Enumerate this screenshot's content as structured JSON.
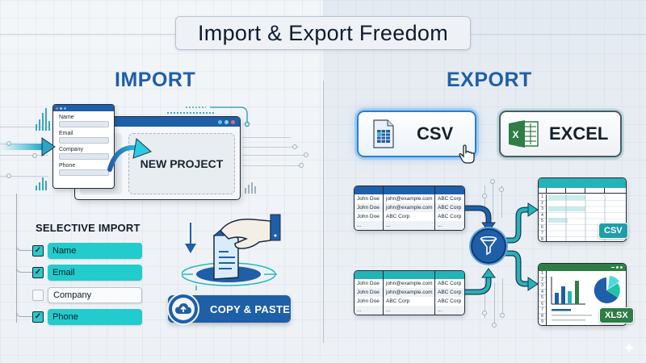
{
  "title": "Import & Export Freedom",
  "import": {
    "heading": "IMPORT",
    "form_fields": [
      "Name",
      "Email",
      "Company",
      "Phone"
    ],
    "project_label": "NEW PROJECT",
    "selective": {
      "heading": "SELECTIVE IMPORT",
      "items": [
        {
          "label": "Name",
          "checked": true
        },
        {
          "label": "Email",
          "checked": true
        },
        {
          "label": "Company",
          "checked": false
        },
        {
          "label": "Phone",
          "checked": true
        }
      ]
    },
    "copy_paste_label": "COPY & PASTE"
  },
  "export": {
    "heading": "EXPORT",
    "csv_button": "CSV",
    "excel_button": "EXCEL",
    "tables": [
      {
        "header_color": "#1f5fa8",
        "rows": [
          [
            "John Doe",
            "john@example.com",
            "ABC Corp"
          ],
          [
            "John Doe",
            "john@example.com",
            "ABC Corp"
          ],
          [
            "John Doe",
            "ABC Corp",
            "ABC Corp"
          ],
          [
            "...",
            "...",
            "..."
          ]
        ]
      },
      {
        "header_color": "#25b3b8",
        "rows": [
          [
            "John Doe",
            "john@example.com",
            "ABC Corp"
          ],
          [
            "John Doe",
            "john@example.com",
            "ABC Corp"
          ],
          [
            "John Doe",
            "ABC Corp",
            "ABC Corp"
          ],
          [
            "...",
            "...",
            "..."
          ]
        ]
      }
    ],
    "csv_badge": "CSV",
    "xlsx_badge": "XLSX",
    "csv_sheet_rows": [
      "1",
      "2",
      "3",
      "4",
      "5",
      "6",
      "7",
      "8"
    ],
    "xlsx_sheet_rows": [
      "1",
      "2",
      "3",
      "4",
      "5",
      "6",
      "7",
      "8",
      "9"
    ]
  },
  "colors": {
    "primary_blue": "#1f5fa8",
    "teal": "#22cccc",
    "excel_green": "#2e7d46",
    "csv_teal": "#1f9ea6"
  }
}
